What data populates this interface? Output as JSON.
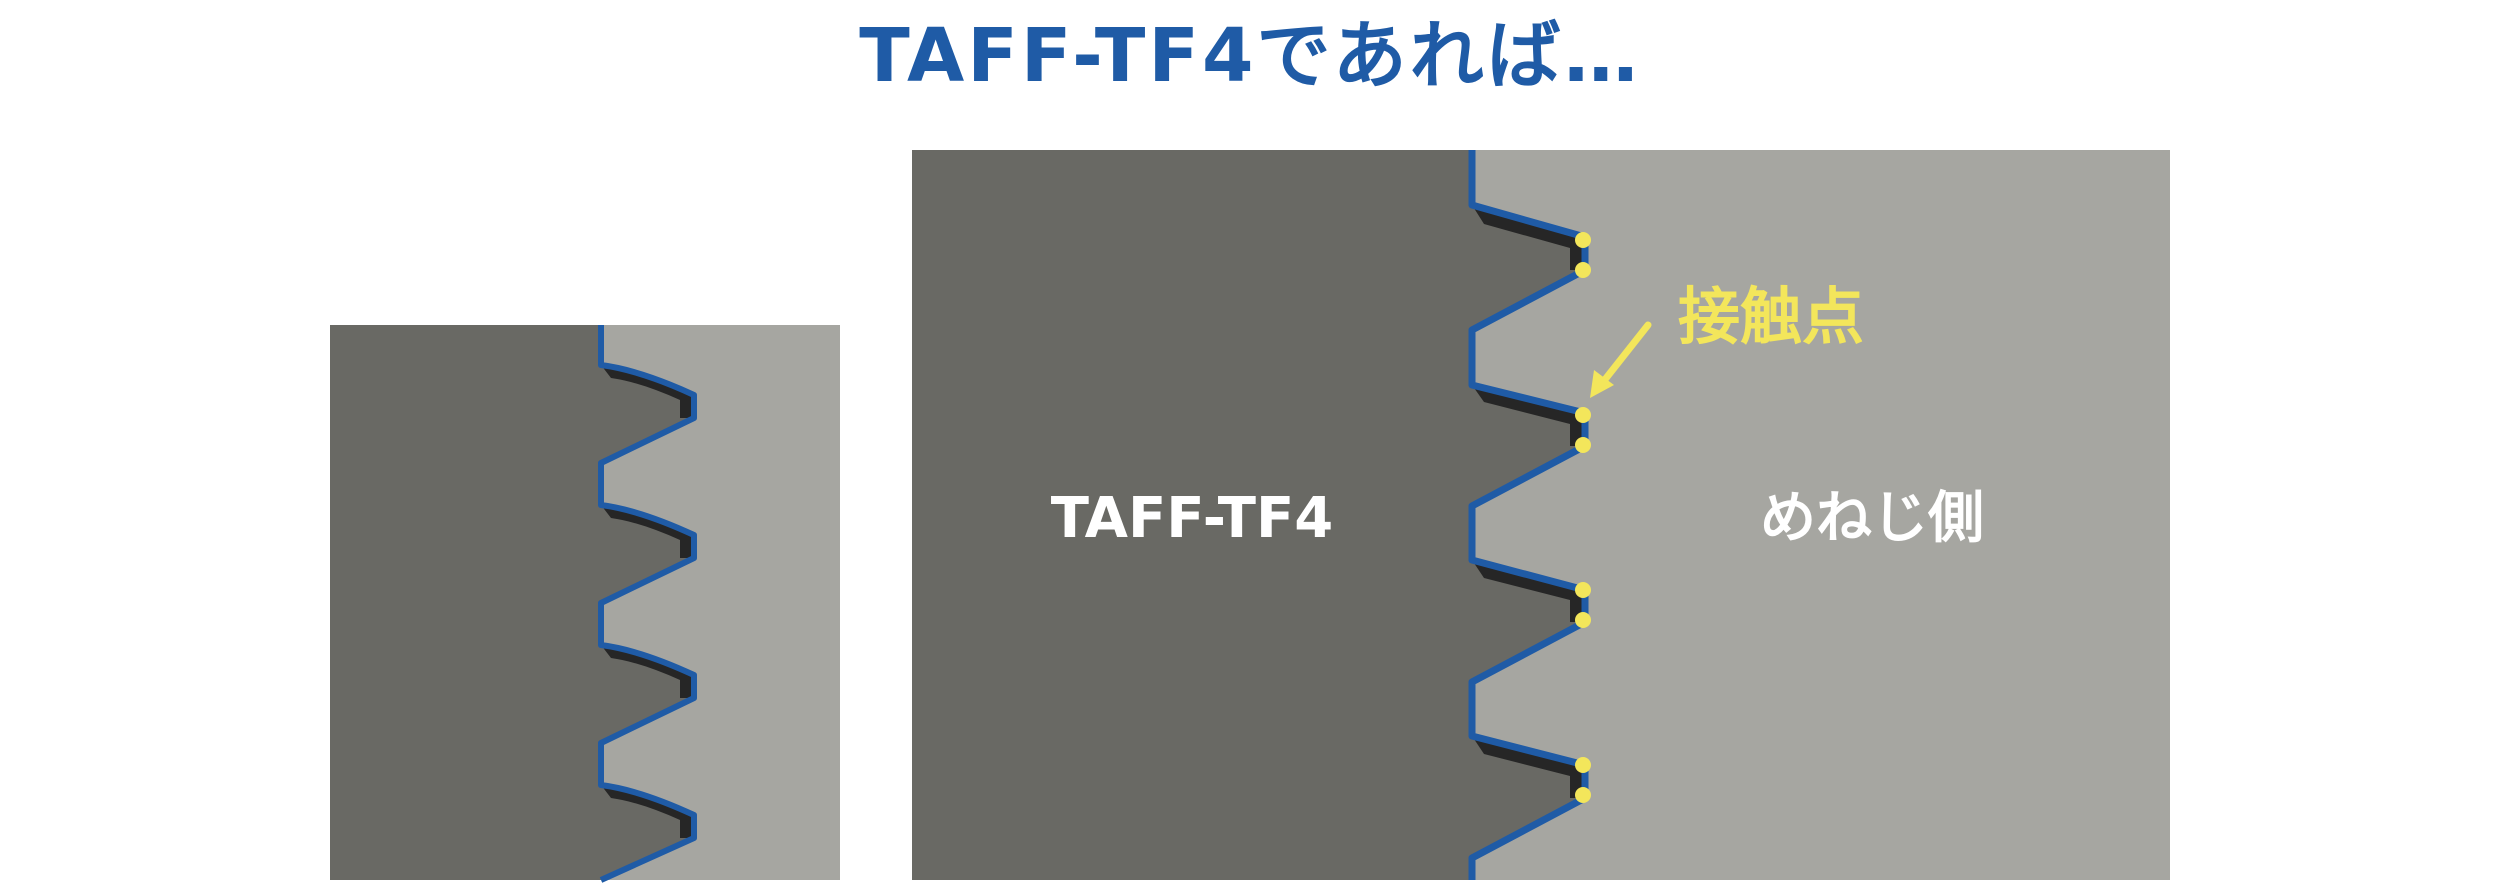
{
  "title": "TAFF-TF4であれば…",
  "labels": {
    "bolt": "TAFF-TF4",
    "nut": "めねじ側",
    "contact_point": "接触点"
  },
  "colors": {
    "title": "#1F5BA6",
    "bolt_body": "#696964",
    "nut_body": "#A6A6A1",
    "thread_edge": "#1F5BA6",
    "thread_shadow": "#262626",
    "contact": "#F3E65B",
    "label_text": "#FFFFFF"
  },
  "panels": {
    "left": {
      "thread_count": 4
    },
    "right": {
      "thread_count": 4,
      "contact_pairs": 4
    }
  }
}
